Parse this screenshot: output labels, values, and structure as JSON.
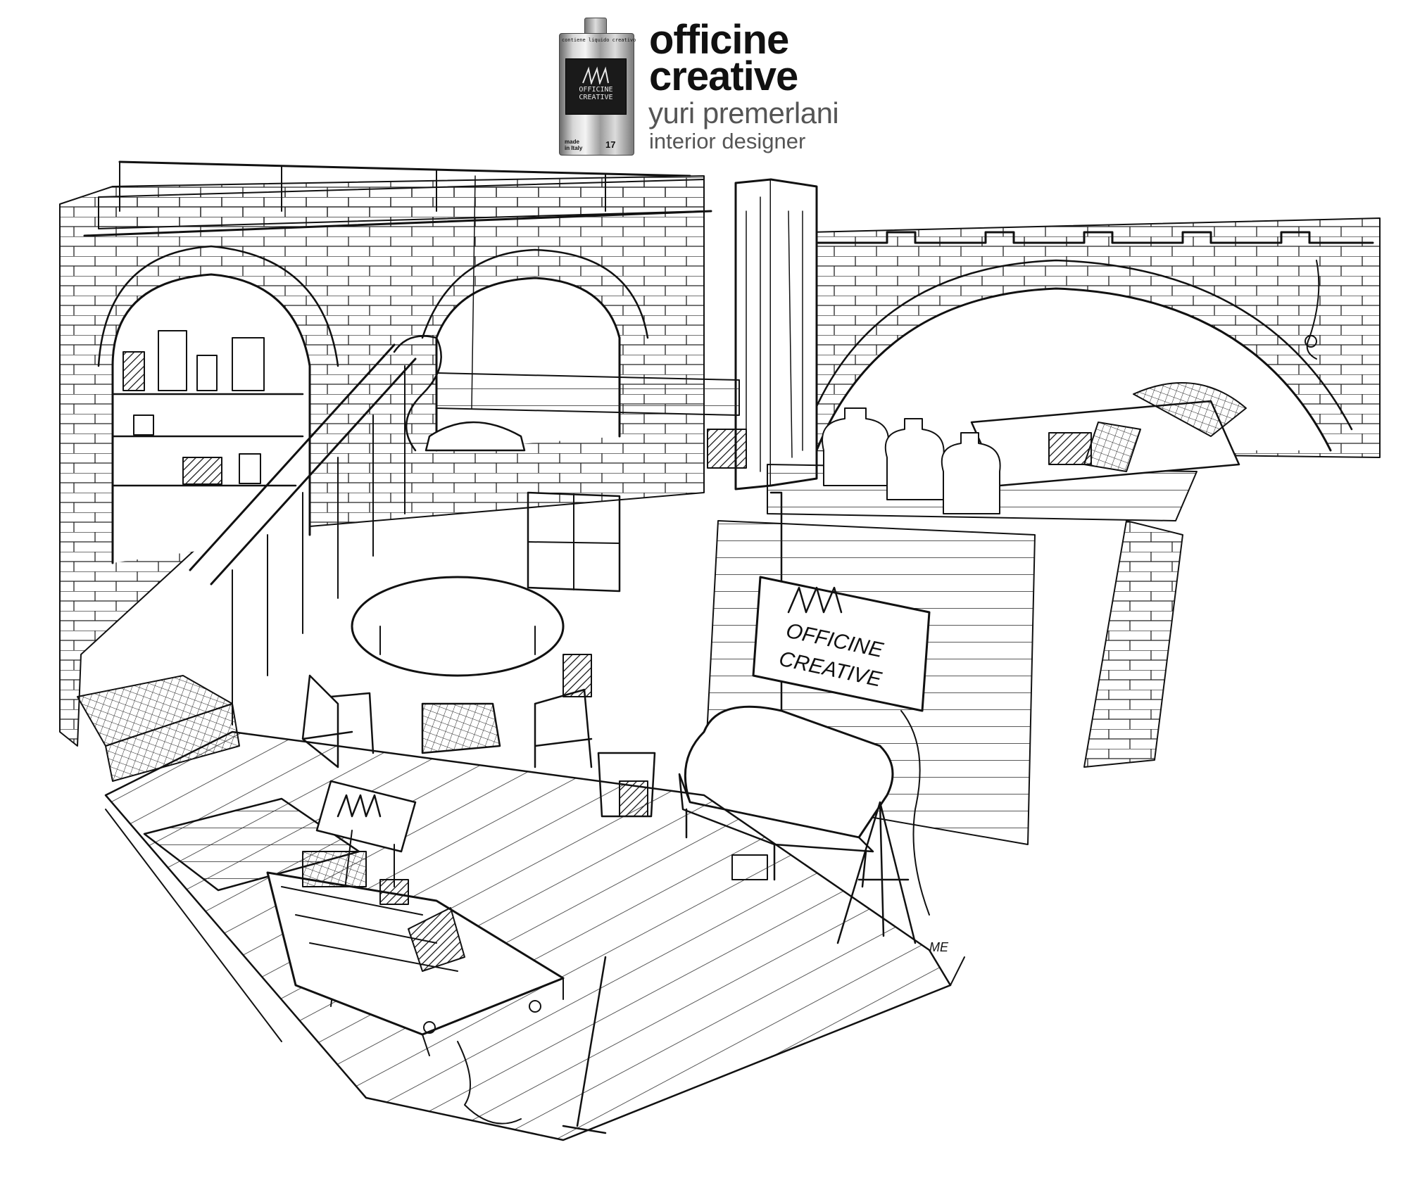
{
  "header": {
    "brand_line1": "officine",
    "brand_line2": "creative",
    "designer_name": "yuri premerlani",
    "designer_role": "interior designer"
  },
  "can_label": {
    "strip_text": "contiene liquido creativo",
    "label_line1": "OFFICINE",
    "label_line2": "CREATIVE",
    "made_line1": "made",
    "made_line2": "in Italy",
    "number": "17"
  },
  "sketch": {
    "wall_sign_line1": "OFFICINE",
    "wall_sign_line2": "CREATIVE",
    "signature": "ME"
  },
  "colors": {
    "ink": "#111111",
    "paper": "#ffffff",
    "logo_grey": "#555555"
  }
}
